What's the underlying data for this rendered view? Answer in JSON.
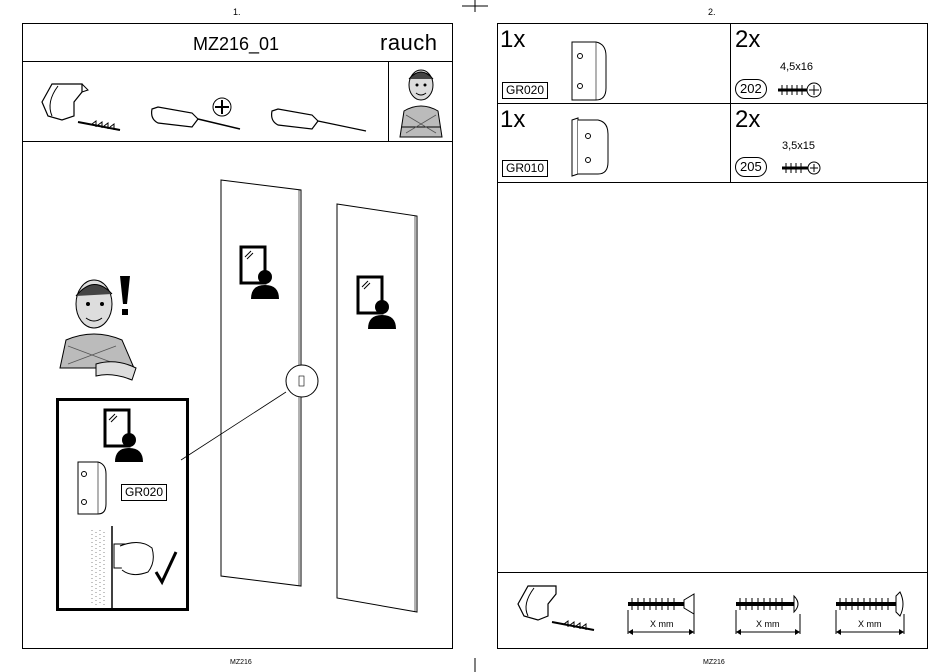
{
  "left_page": {
    "page_number": "1.",
    "title": "MZ216_01",
    "brand_logo": "rauch",
    "tools": [
      "hammer-icon",
      "phillips-screwdriver-icon",
      "flat-screwdriver-icon"
    ],
    "mascot": "assembler-mascot",
    "hint_part_code": "GR020",
    "footer": "MZ216"
  },
  "right_page": {
    "page_number": "2.",
    "parts": [
      {
        "qty": "1x",
        "code": "GR020",
        "screw_qty": "2x",
        "screw_size": "4,5x16",
        "screw_code": "202"
      },
      {
        "qty": "1x",
        "code": "GR010",
        "screw_qty": "2x",
        "screw_size": "3,5x15",
        "screw_code": "205"
      }
    ],
    "measure_labels": [
      "X mm",
      "X mm",
      "X mm"
    ],
    "footer": "MZ216"
  },
  "colors": {
    "line": "#000000",
    "panel": "#ffffff"
  }
}
